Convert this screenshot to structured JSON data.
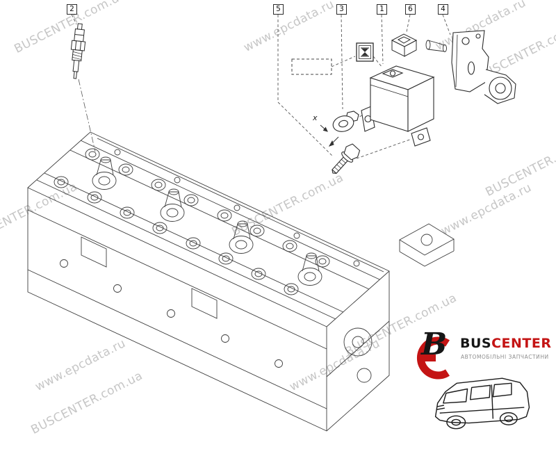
{
  "watermarks": {
    "buscenter": "BUSCENTER.com.ua",
    "epcdata": "www.epcdata.ru"
  },
  "callouts": [
    {
      "label": "2"
    },
    {
      "label": "5"
    },
    {
      "label": "3"
    },
    {
      "label": "1"
    },
    {
      "label": "6"
    },
    {
      "label": "4"
    }
  ],
  "annotations": {
    "x_label": "x"
  },
  "logo": {
    "mark_letter": "B",
    "brand_bus": "BUS",
    "brand_center": "CENTER",
    "tagline": "АВТОМОБІЛЬНІ ЗАПЧАСТИНИ"
  },
  "colors": {
    "accent_red": "#c41414",
    "line_dark": "#2c2c2c",
    "watermark_gray": "#c6c6c6"
  }
}
